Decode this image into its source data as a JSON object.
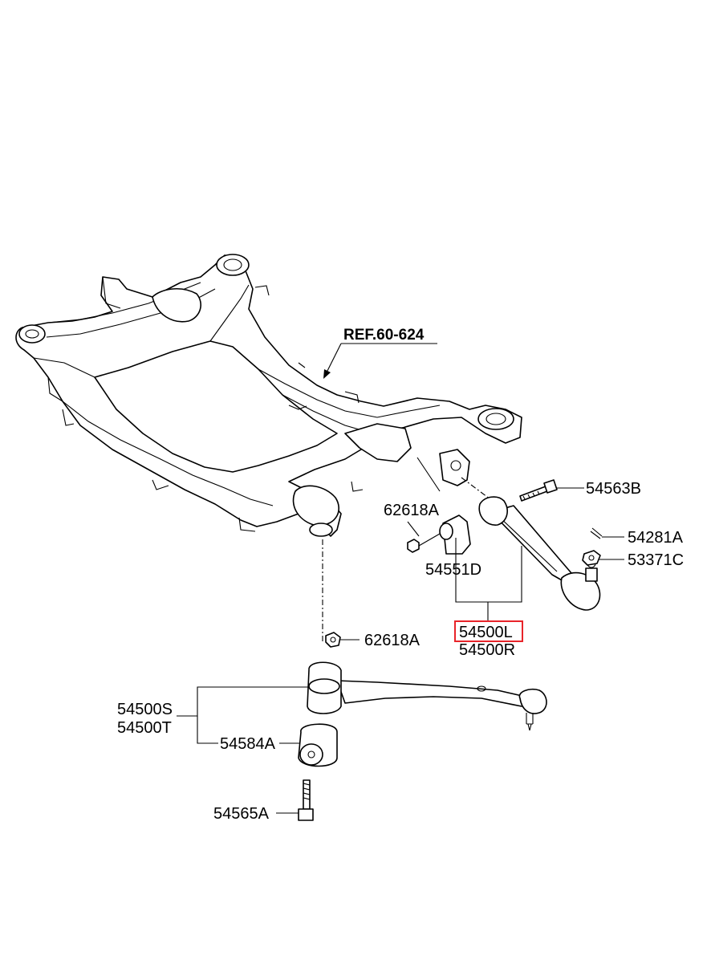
{
  "reference": {
    "label": "REF.60-624"
  },
  "callouts": {
    "bolt_upper": "54563B",
    "cotter_pin": "54281A",
    "castle_nut": "53371C",
    "nut_upper": "62618A",
    "bushing_upper": "54551D",
    "arm_left": "54500L",
    "arm_right": "54500R",
    "nut_lower": "62618A",
    "arm_s": "54500S",
    "arm_t": "54500T",
    "bushing_lower": "54584A",
    "bolt_lower": "54565A"
  },
  "highlight": {
    "target": "54500L",
    "color": "#e8242a"
  }
}
